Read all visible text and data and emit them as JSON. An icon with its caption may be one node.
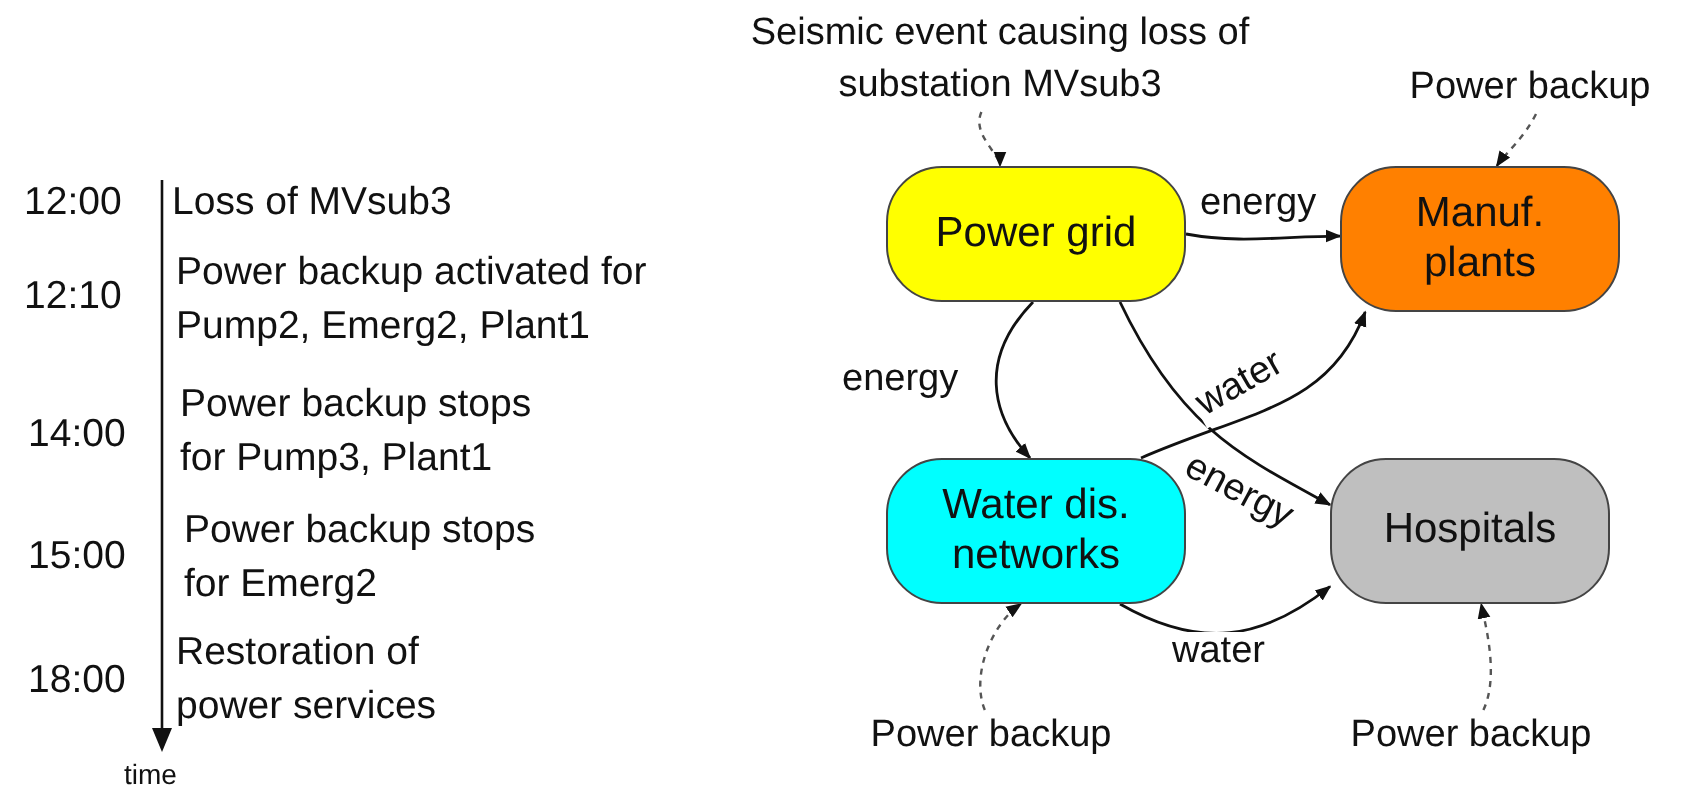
{
  "diagram": {
    "nodes": [
      {
        "text": [
          "Power grid"
        ]
      },
      {
        "text": [
          "Manuf. plants"
        ]
      },
      {
        "text": [
          "Water dis. networks"
        ]
      },
      {
        "text": [
          "Hospitals"
        ]
      },
      {
        "text": [
          "Seismic event causing loss of substation MVsub3"
        ]
      },
      {
        "text": [
          "Power backup"
        ]
      },
      {
        "text": [
          "Power backup"
        ]
      },
      {
        "text": [
          "Power backup"
        ]
      }
    ],
    "edges": [
      {
        "from": 0,
        "to": 1,
        "arrow": "to",
        "label": "energy"
      },
      {
        "from": 0,
        "to": 2,
        "arrow": "to",
        "label": "energy"
      },
      {
        "from": 0,
        "to": 3,
        "arrow": "to",
        "label": "energy"
      },
      {
        "from": 2,
        "to": 1,
        "arrow": "to",
        "label": "water"
      },
      {
        "from": 2,
        "to": 3,
        "arrow": "to",
        "label": "water"
      },
      {
        "from": 4,
        "to": 0,
        "arrow": "to",
        "style": "dashed"
      },
      {
        "from": 5,
        "to": 1,
        "arrow": "to",
        "style": "dashed"
      },
      {
        "from": 6,
        "to": 2,
        "arrow": "to",
        "style": "dashed"
      },
      {
        "from": 7,
        "to": 3,
        "arrow": "to",
        "style": "dashed"
      }
    ],
    "labels": [
      "12:00",
      "Loss of MVsub3",
      "12:10",
      "Power backup activated for Pump2, Emerg2, Plant1",
      "14:00",
      "Power backup stops for Pump3, Plant1",
      "15:00",
      "Power backup stops for Emerg2",
      "18:00",
      "Restoration of power services",
      "time"
    ]
  }
}
